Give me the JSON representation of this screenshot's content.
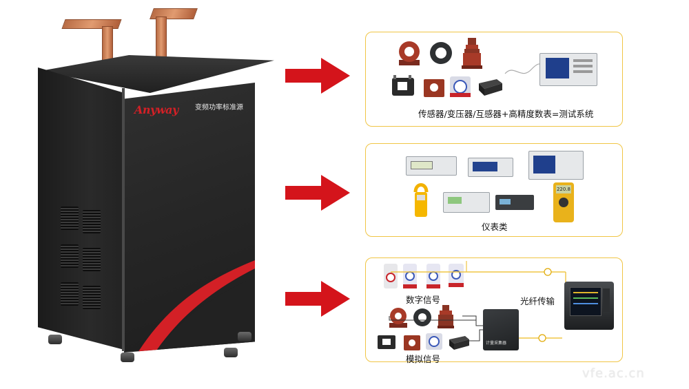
{
  "cabinet": {
    "brand": "Anyway",
    "label": "变频功率标准源"
  },
  "panels": [
    {
      "caption": "传感器/变压器/互感器+高精度数表=测试系统"
    },
    {
      "caption": "仪表类"
    },
    {
      "digital_label": "数字信号",
      "analog_label": "模拟信号",
      "fiber_label": "光纤传输",
      "converter_label": "计量采集器"
    }
  ],
  "meter_reading": "220.8",
  "watermark": "vfe.ac.cn",
  "colors": {
    "arrow": "#d4141b",
    "panel_border": "#f0c544",
    "accent_red": "#d32026"
  }
}
